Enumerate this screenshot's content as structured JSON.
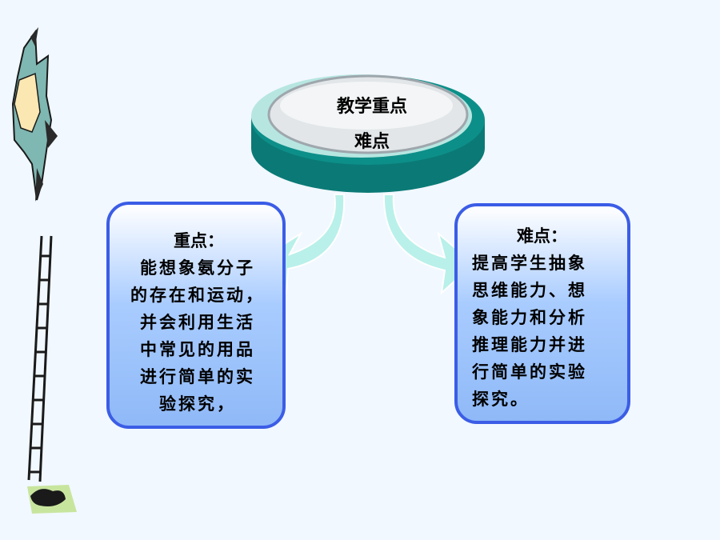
{
  "title": {
    "line1": "教学重点",
    "line2": "难点"
  },
  "left_box": {
    "heading": "重点：",
    "body": "能想象氨分子\n的存在和运动，\n并会利用生活\n中常见的用品\n进行简单的实\n验探究，"
  },
  "right_box": {
    "heading": "难点：",
    "body": "提高学生抽象\n思维能力、想\n象能力和分析\n推理能力并进\n行简单的实验\n探究。"
  },
  "colors": {
    "background": "#f1f8ff",
    "box_border": "#3b5de6",
    "box_fill": "#8fb9f7",
    "ellipse_top": "#b9e4e0",
    "ellipse_side": "#0b7a76",
    "arrow_fill": "#b9f0ea"
  },
  "icons": [
    "bird-clipart-icon",
    "ladder-clipart-icon"
  ]
}
